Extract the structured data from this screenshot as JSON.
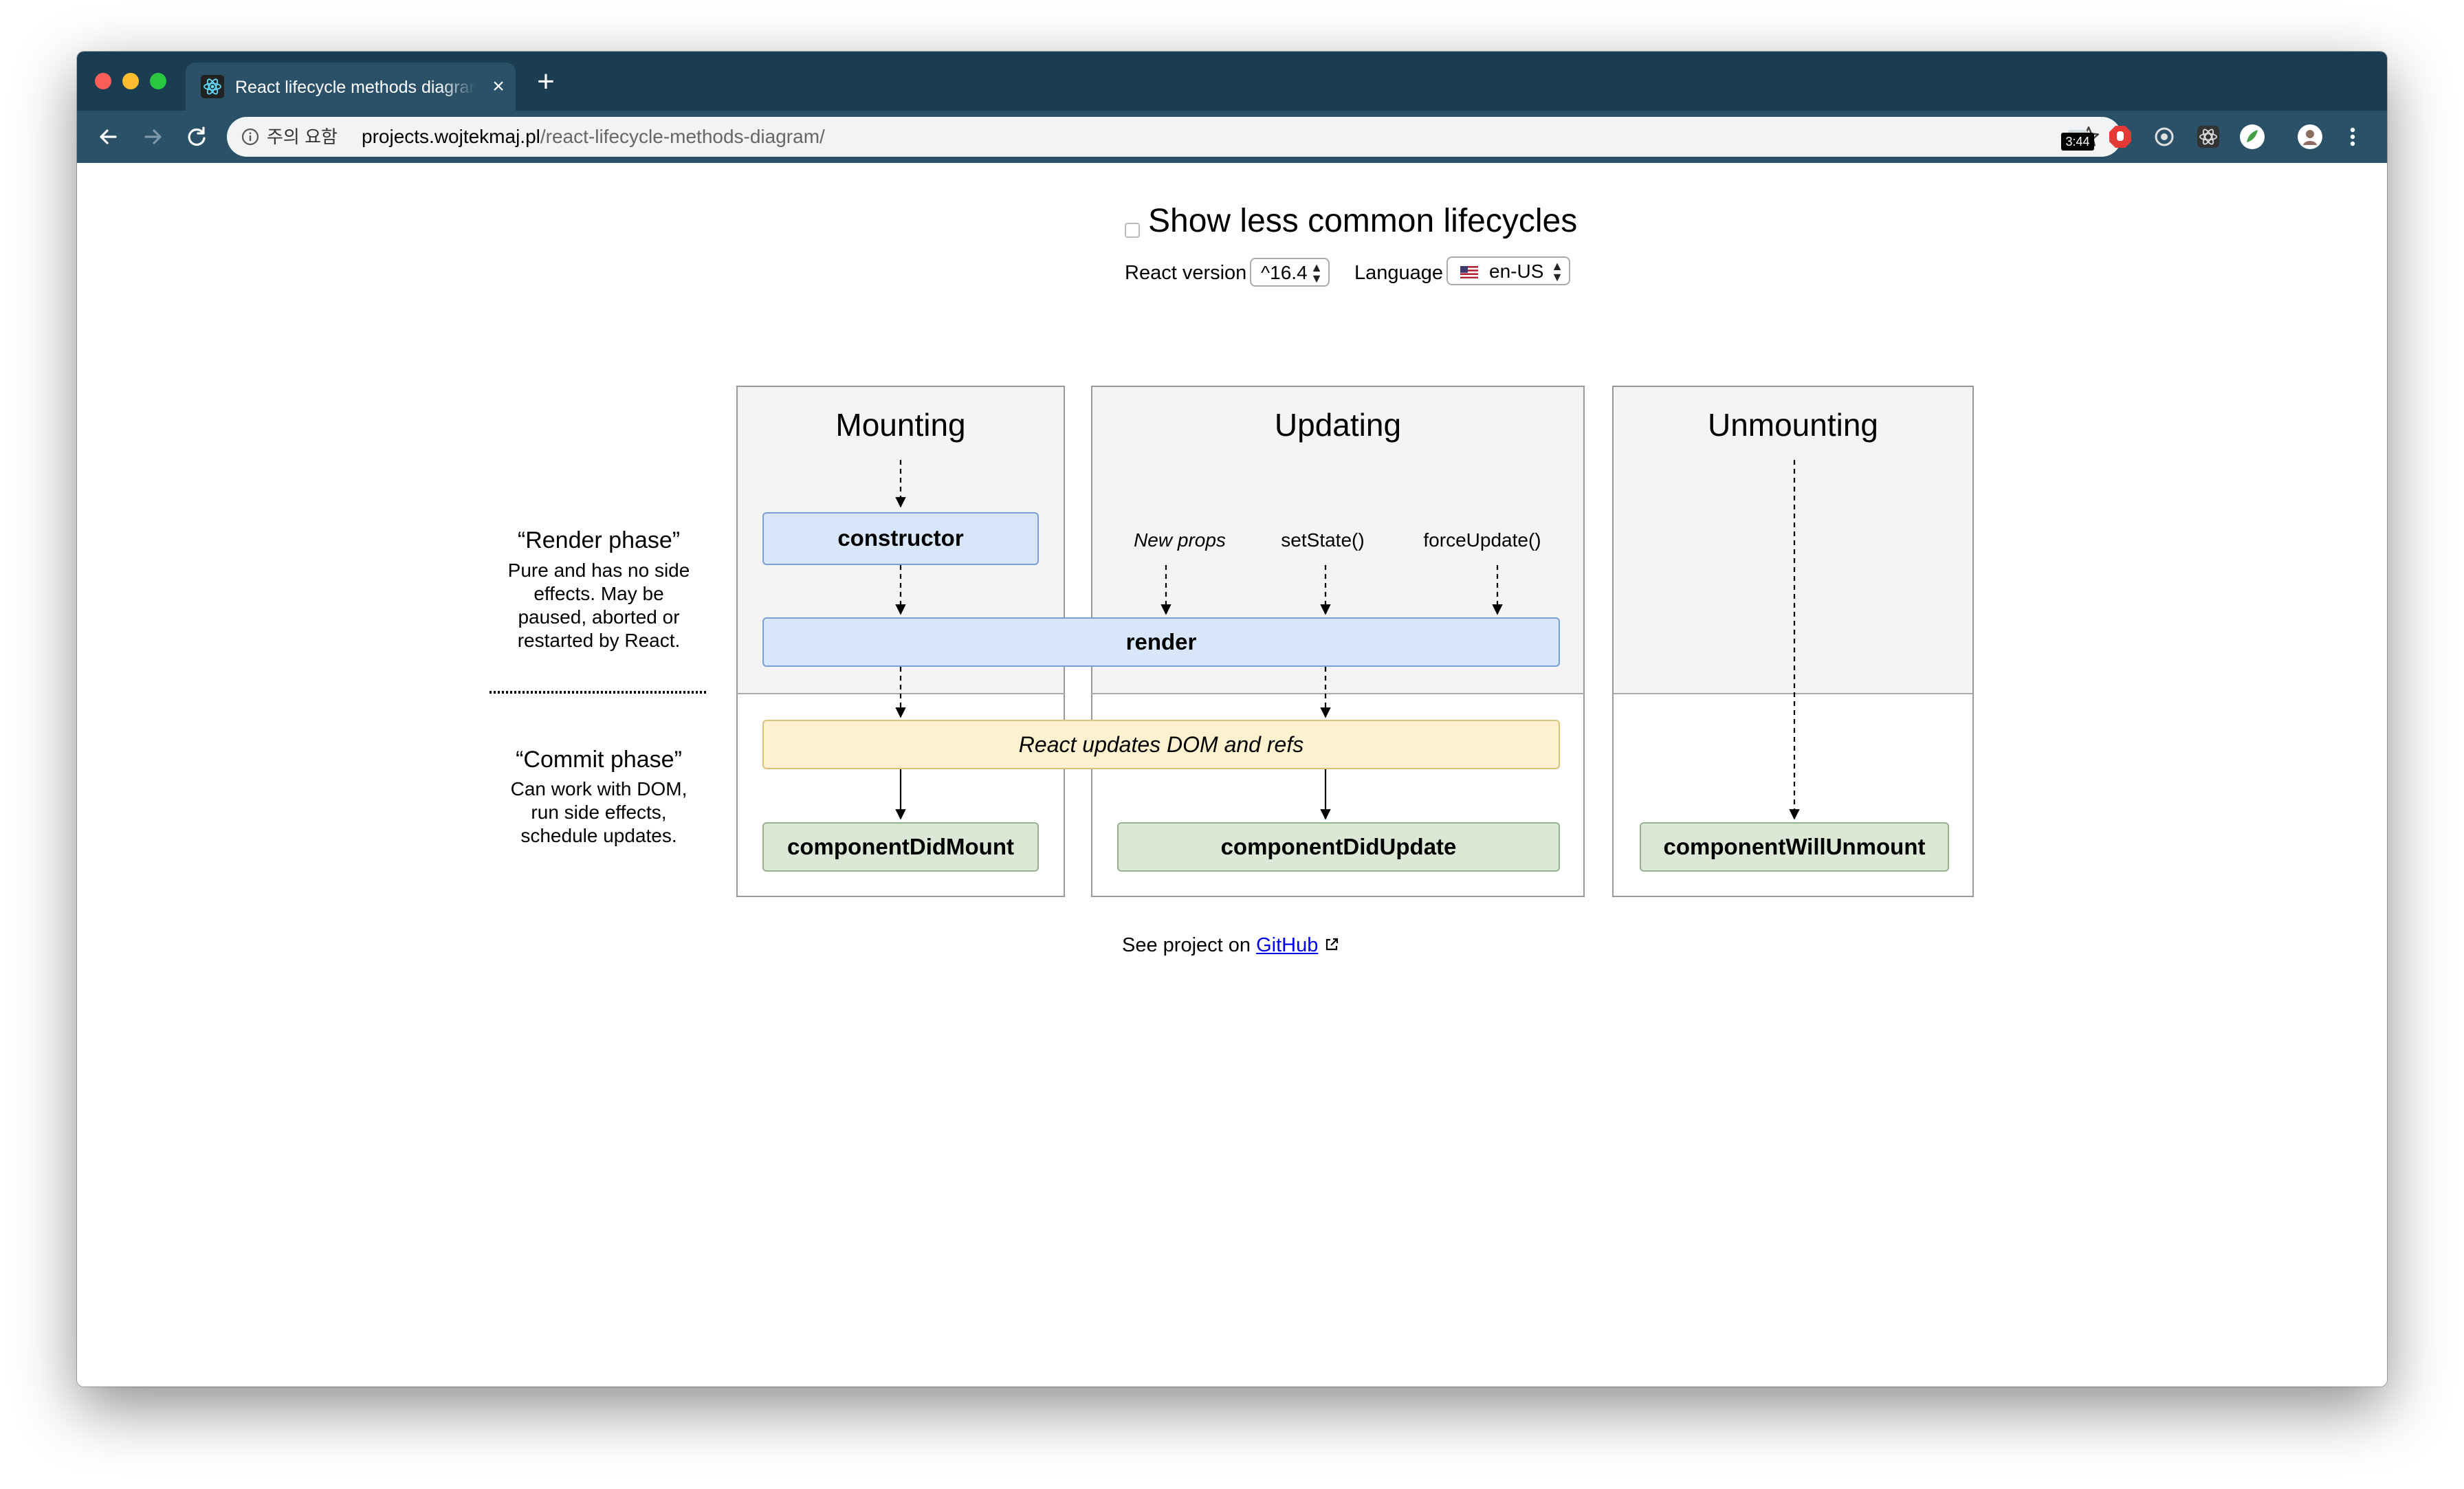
{
  "browser": {
    "tab_title": "React lifecycle methods diagram",
    "tab_close": "×",
    "new_tab": "+",
    "security_label": "주의 요함",
    "url_host": "projects.wojtekmaj.pl",
    "url_path": "/react-lifecycle-methods-diagram/",
    "badge_time": "3:44",
    "colors": {
      "frame": "#1a3d51",
      "toolbar": "#2a5168",
      "omnibox": "#f1f3f4"
    }
  },
  "controls": {
    "show_less_common": "Show less common lifecycles",
    "show_less_common_checked": false,
    "react_version_label": "React version",
    "react_version_value": "^16.4",
    "language_label": "Language",
    "language_value": "en-US"
  },
  "diagram": {
    "columns": {
      "mounting": "Mounting",
      "updating": "Updating",
      "unmounting": "Unmounting"
    },
    "render_phase": {
      "title": "“Render phase”",
      "lines": [
        "Pure and has no side",
        "effects. May be",
        "paused, aborted or",
        "restarted by React."
      ]
    },
    "commit_phase": {
      "title": "“Commit phase”",
      "lines": [
        "Can work with DOM,",
        "run side effects,",
        "schedule updates."
      ]
    },
    "triggers": {
      "new_props": "New props",
      "set_state": "setState()",
      "force_update": "forceUpdate()"
    },
    "boxes": {
      "constructor": "constructor",
      "render": "render",
      "dom_update": "React updates DOM and refs",
      "did_mount": "componentDidMount",
      "did_update": "componentDidUpdate",
      "will_unmount": "componentWillUnmount"
    },
    "colors": {
      "blue_fill": "#d8e6f9",
      "blue_stroke": "#7a9fd6",
      "yellow_fill": "#fdf1cf",
      "yellow_stroke": "#d9c27a",
      "green_fill": "#dbe8d6",
      "green_stroke": "#94b38b",
      "render_bg": "#f4f4f4"
    }
  },
  "footer": {
    "prefix": "See project on ",
    "link": "GitHub"
  }
}
